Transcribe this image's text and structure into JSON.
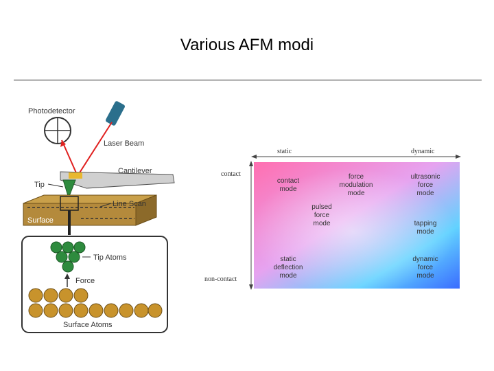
{
  "slide": {
    "title": "Various AFM modi"
  },
  "afm_diagram": {
    "photodetector": "Photodetector",
    "laser_beam": "Laser Beam",
    "cantilever": "Cantilever",
    "tip": "Tip",
    "line_scan": "Line Scan",
    "surface": "Surface",
    "tip_atoms": "Tip Atoms",
    "force": "Force",
    "surface_atoms": "Surface Atoms"
  },
  "modes_diagram": {
    "axis_static": "static",
    "axis_dynamic": "dynamic",
    "axis_contact": "contact",
    "axis_non_contact": "non-contact",
    "modes": {
      "contact": [
        "contact",
        "mode"
      ],
      "force_modulation": [
        "force",
        "modulation",
        "mode"
      ],
      "ultrasonic": [
        "ultrasonic",
        "force",
        "mode"
      ],
      "pulsed": [
        "pulsed",
        "force",
        "mode"
      ],
      "tapping": [
        "tapping",
        "mode"
      ],
      "static_deflection": [
        "static",
        "deflection",
        "mode"
      ],
      "dynamic": [
        "dynamic",
        "force",
        "mode"
      ]
    }
  },
  "colors": {
    "cantilever": "#d0d0d0",
    "surface": "#b48a3c",
    "atom": "#c8932c",
    "tip_atom": "#2e8b3e",
    "laser": "#e0201f",
    "laser_source": "#2b6f8c"
  }
}
